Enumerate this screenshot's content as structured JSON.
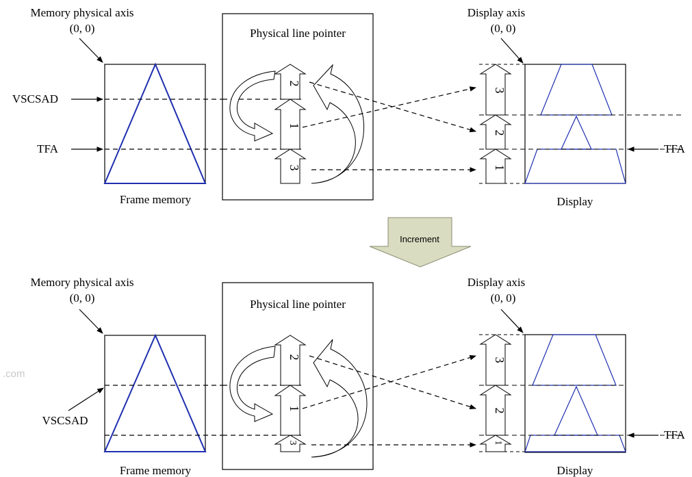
{
  "top": {
    "memory_axis_label": "Memory physical axis",
    "memory_axis_origin": "(0, 0)",
    "vscsad_label": "VSCSAD",
    "tfa_left_label": "TFA",
    "frame_memory_label": "Frame  memory",
    "pointer_title": "Physical line pointer",
    "display_axis_label": "Display axis",
    "display_axis_origin": "(0, 0)",
    "tfa_right_label": "TFA",
    "display_label": "Display",
    "pointer_numbers": [
      "2",
      "3",
      "1"
    ],
    "display_numbers": [
      "3",
      "2",
      "1"
    ]
  },
  "increment_label": "Increment",
  "bottom": {
    "memory_axis_label": "Memory physical axis",
    "memory_axis_origin": "(0, 0)",
    "vscsad_label": "VSCSAD",
    "frame_memory_label": "Frame  memory",
    "pointer_title": "Physical line pointer",
    "display_axis_label": "Display axis",
    "display_axis_origin": "(0, 0)",
    "tfa_right_label": "TFA",
    "display_label": "Display",
    "pointer_numbers": [
      "2",
      "3",
      "1"
    ],
    "display_numbers": [
      "3",
      "2",
      "1"
    ]
  },
  "watermark": ".com",
  "colors": {
    "shape": "#1f2fb0",
    "arrow_fill": "#d9dcc0",
    "line": "#000000"
  }
}
